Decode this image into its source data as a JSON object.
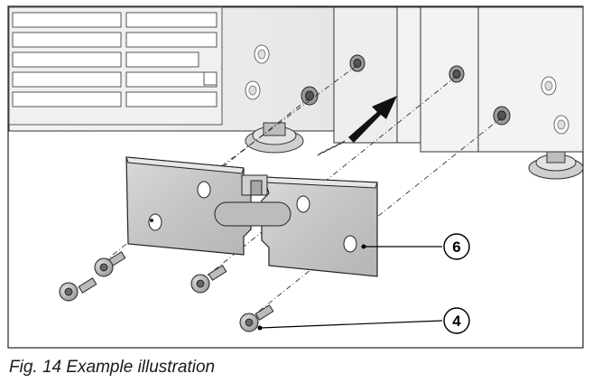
{
  "figure": {
    "callouts": [
      {
        "number": "6",
        "meaning": "mounting-plate"
      },
      {
        "number": "4",
        "meaning": "screw"
      }
    ]
  },
  "caption": "Fig. 14 Example illustration"
}
